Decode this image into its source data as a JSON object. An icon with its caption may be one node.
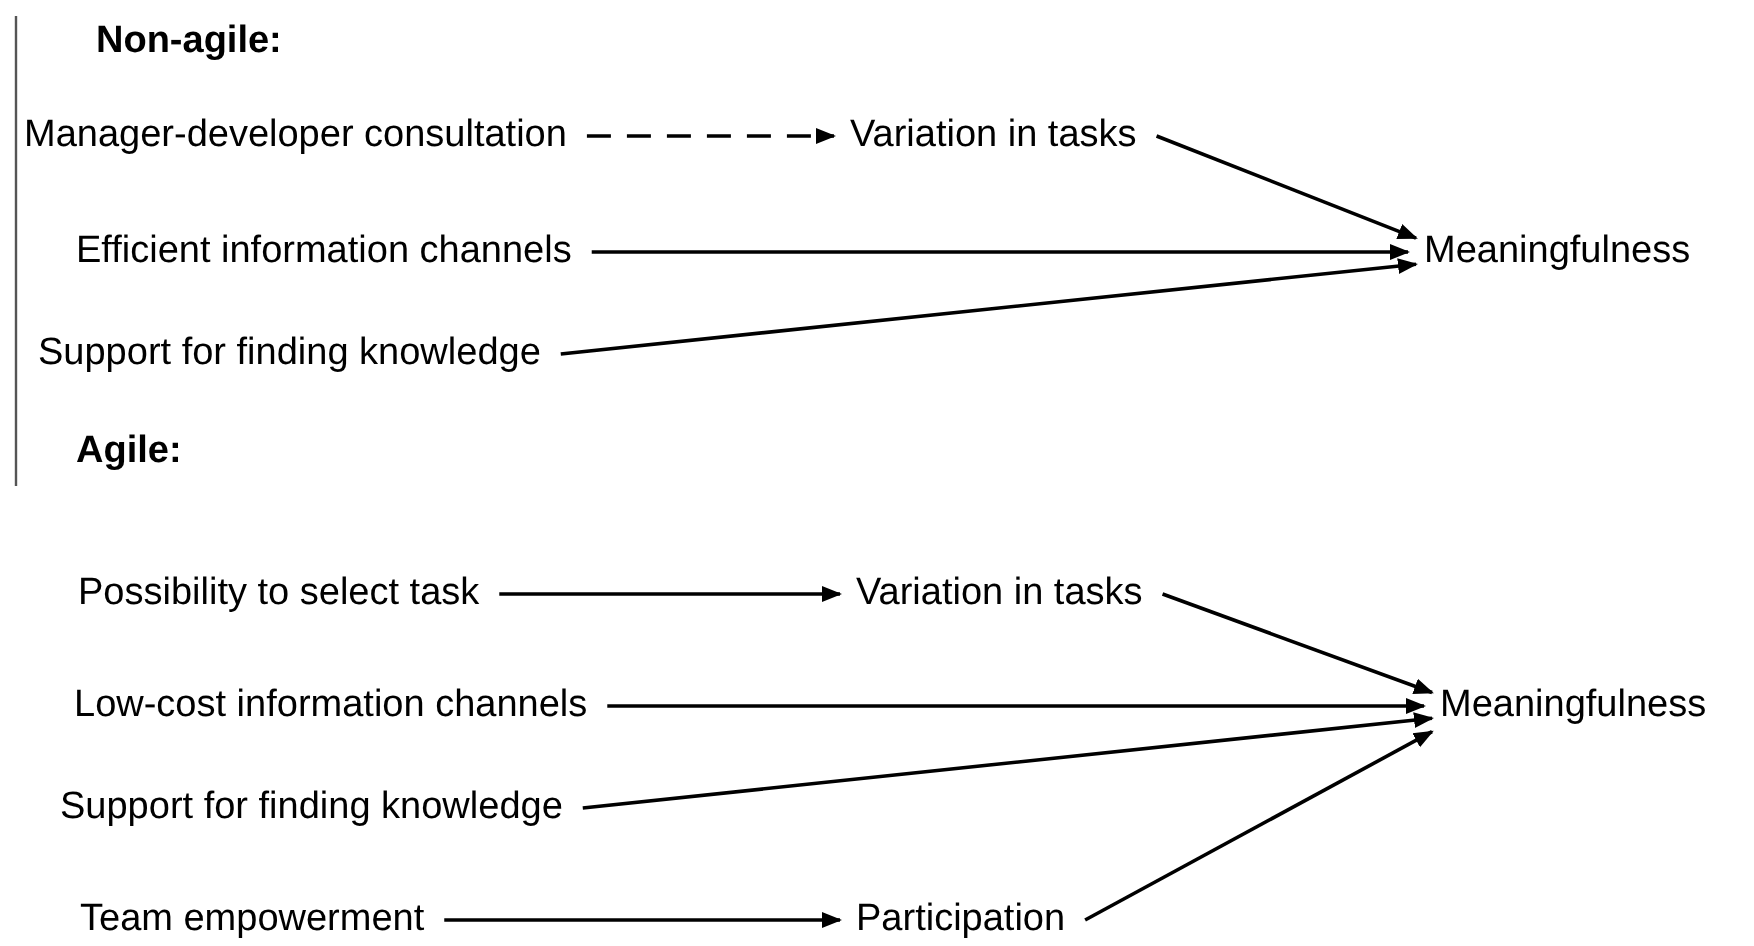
{
  "diagram": {
    "nodes": [
      {
        "text": [
          "Manager-developer consultation"
        ]
      },
      {
        "text": [
          "Variation in tasks"
        ]
      },
      {
        "text": [
          "Efficient information channels"
        ]
      },
      {
        "text": [
          "Meaningfulness"
        ]
      },
      {
        "text": [
          "Support for finding knowledge"
        ]
      },
      {
        "text": [
          "Possibility to select task"
        ]
      },
      {
        "text": [
          "Variation in tasks"
        ]
      },
      {
        "text": [
          "Low-cost information channels"
        ]
      },
      {
        "text": [
          "Meaningfulness"
        ]
      },
      {
        "text": [
          "Support for finding knowledge"
        ]
      },
      {
        "text": [
          "Team empowerment"
        ]
      },
      {
        "text": [
          "Participation"
        ]
      }
    ],
    "edges": [
      {
        "from": 0,
        "to": 1,
        "arrow": "to",
        "style": "dashed"
      },
      {
        "from": 1,
        "to": 3,
        "arrow": "to"
      },
      {
        "from": 2,
        "to": 3,
        "arrow": "to"
      },
      {
        "from": 4,
        "to": 3,
        "arrow": "to"
      },
      {
        "from": 5,
        "to": 6,
        "arrow": "to"
      },
      {
        "from": 6,
        "to": 8,
        "arrow": "to"
      },
      {
        "from": 7,
        "to": 8,
        "arrow": "to"
      },
      {
        "from": 9,
        "to": 8,
        "arrow": "to"
      },
      {
        "from": 10,
        "to": 11,
        "arrow": "to"
      },
      {
        "from": 11,
        "to": 8,
        "arrow": "to"
      }
    ],
    "labels": [
      "Non-agile:",
      "Agile:"
    ]
  }
}
